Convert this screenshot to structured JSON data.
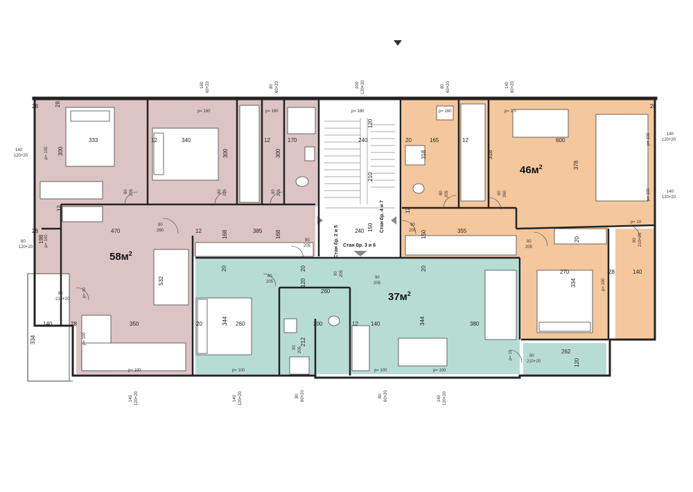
{
  "colors": {
    "apt58": "#dcc4c4",
    "apt46": "#f5c79c",
    "apt37": "#b7ddd3",
    "stair": "#ffffff",
    "wall": "#222222"
  },
  "units": {
    "apt58": {
      "area": "58м",
      "sup": "2"
    },
    "apt46": {
      "area": "46м",
      "sup": "2"
    },
    "apt37": {
      "area": "37м",
      "sup": "2"
    }
  },
  "stair_labels": {
    "a": "Стан бр. 2 и 5",
    "b": "Стан бр. 4 и 7",
    "c": "Стан бр. 3 и 6"
  },
  "top_windows": {
    "w1": [
      "160",
      "60+20"
    ],
    "w2": [
      "80",
      "60+20"
    ],
    "w3": [
      "200",
      "120+20"
    ],
    "w4": [
      "80",
      "60+20"
    ],
    "w5": [
      "140",
      "60+20"
    ]
  },
  "bottom_windows": {
    "w1": [
      "140",
      "120+20"
    ],
    "w2": [
      "140",
      "120+20"
    ],
    "w3": [
      "80",
      "60+20"
    ],
    "w4": [
      "80",
      "60+20"
    ],
    "w5": [
      "140",
      "120+20"
    ]
  },
  "side_windows": {
    "left_top": [
      "140",
      "120+20"
    ],
    "left_mid": [
      "80",
      "120+20"
    ],
    "right_top": [
      "140",
      "120+20"
    ],
    "right_mid": [
      "140",
      "120+20"
    ]
  },
  "dims": {
    "d333": "333",
    "d340": "340",
    "d170": "170",
    "d240a": "240",
    "d165": "165",
    "d600": "600",
    "d300a": "300",
    "d300b": "300",
    "d300c": "300",
    "d318a": "318",
    "d318b": "318",
    "d378": "378",
    "d470": "470",
    "d385": "385",
    "d240b": "240",
    "d355": "355",
    "d168a": "168",
    "d168b": "168",
    "d150a": "150",
    "d150b": "150",
    "d210": "210",
    "d120a": "120",
    "d532": "532",
    "d350": "350",
    "d140a": "140",
    "d334a": "334",
    "d260a": "260",
    "d344a": "344",
    "d120b": "120",
    "d260b": "260",
    "d200": "200",
    "d212": "212",
    "d140b": "140",
    "d344b": "344",
    "d380": "380",
    "d270": "270",
    "d334b": "334",
    "d140c": "140",
    "d262": "262",
    "d120c": "120",
    "d28a": "28",
    "d28b": "28",
    "d28c": "28",
    "d28d": "28",
    "d28e": "28",
    "d28f": "28",
    "d12a": "12",
    "d12b": "12",
    "d12c": "12",
    "d12d": "12",
    "d12e": "12",
    "d12f": "12",
    "d12g": "12",
    "d20a": "20",
    "d20b": "20",
    "d20c": "20",
    "d20d": "20",
    "d20e": "20",
    "d20f": "20",
    "d198": "198"
  },
  "sills": {
    "p160a": "p= 160",
    "p160b": "p= 160",
    "p160c": "p= 160",
    "p160d": "p= 160",
    "p110": "p= 1 0",
    "p100a": "p= 100",
    "p100b": "p= 100",
    "p100c": "p= 100",
    "p100d": "p= 100",
    "p100e": "p= 100",
    "p100f": "p= 100",
    "p100g": "p= 100",
    "p100h": "p= 100",
    "p100i": "p= 100",
    "p100j": "p= 100",
    "p10a": "p= 10",
    "p10b": "p= 10",
    "p10c": "p= 10"
  },
  "doors": {
    "d80_205a": [
      "80",
      "205"
    ],
    "d80_205b": [
      "80",
      "205"
    ],
    "d80_205c": [
      "80",
      "205"
    ],
    "d90_205a": [
      "90",
      "205"
    ],
    "d90_205b": [
      "90",
      "205"
    ],
    "d90_205c": [
      "90",
      "205"
    ],
    "d90_260a": [
      "90",
      "260"
    ],
    "d90_260b": [
      "90",
      "260"
    ],
    "d80_205d": [
      "80",
      "205"
    ],
    "d80_205e": [
      "80",
      "205"
    ],
    "d80_205f": [
      "80",
      "205"
    ],
    "d80_210a": [
      "80",
      "210+20"
    ],
    "d80_210b": [
      "80",
      "210+20"
    ],
    "d80_210c": [
      "80",
      "210+20"
    ],
    "d90_205d": [
      "90",
      "205"
    ],
    "d90_205e": [
      "90",
      "205"
    ]
  }
}
